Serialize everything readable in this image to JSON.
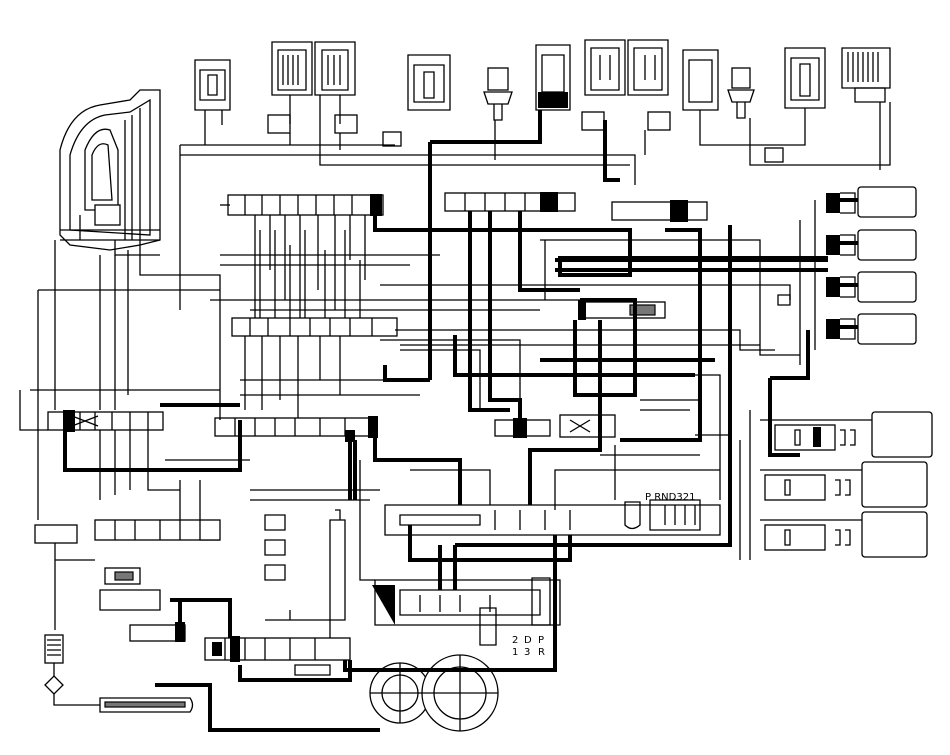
{
  "labels": {
    "selector_positions": "P  RND321",
    "selector_p": "P",
    "selector_r": "R",
    "selector_2": "2",
    "selector_1": "1",
    "selector_d": "D",
    "selector_3": "3"
  },
  "colors": {
    "line": "#000000",
    "background": "#ffffff"
  }
}
